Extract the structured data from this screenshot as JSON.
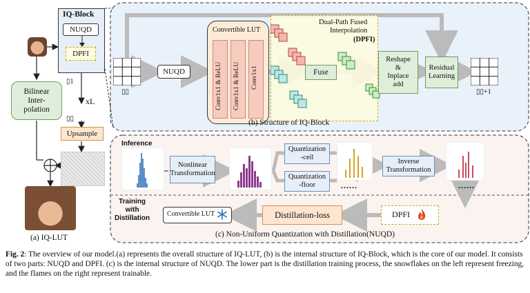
{
  "left": {
    "iq_block_title": "IQ-Block",
    "nuqd": "NUQD",
    "dpfi": "DPFI",
    "bilinear": "Bilinear\nInter-\npolation",
    "repeat": "xL",
    "sym1": "▯1",
    "sym2": "▯▯",
    "upsample": "Upsample",
    "caption": "(a) IQ-LUT"
  },
  "top": {
    "convertible_lut": "Convertible LUT",
    "conv_a": "Conv1x1 & ReLU",
    "conv_b": "Conv1x1 & ReLU",
    "conv_c": "Conv1x1",
    "nuqd": "NUQD",
    "dual_path": "Dual-Path Fused\nInterpolation",
    "dpfi": "(DPFI)",
    "fuse": "Fuse",
    "reshape": "Reshape\n&\nInplace\nadd",
    "residual": "Residual\nLearning",
    "in_sym": "▯▯",
    "out_sym": "▯▯+1",
    "caption": "(b) Structure of IQ-Block"
  },
  "bottom": {
    "inference": "Inference",
    "nonlinear": "Nonlinear\nTransformation",
    "quant_ceil": "Quantization\n-ceil",
    "quant_floor": "Quantization\n-floor",
    "inverse": "Inverse\nTransformation",
    "dots": "......",
    "training": "Training\nwith\nDistillation",
    "convertible_lut": "Convertible LUT",
    "distill": "Distillation-loss",
    "dpfi": "DPFI",
    "caption": "(c) Non-Uniform Quantization with Distillation(NUQD)"
  },
  "figure_caption": {
    "label": "Fig. 2",
    "text": ": The overview of our model.(a) represents the overall structure of IQ-LUT, (b) is the internal structure of IQ-Block, which is the core of our model. It consists of two parts: NUQD and DPFI. (c) is the internal structure of NUQD. The lower part is the distillation training process, the snowflakes on the left represent freezing, and the flames on the right represent trainable."
  },
  "colors": {
    "green": "#dfeeda",
    "blue": "#e6eef8",
    "orange": "#fde6d0",
    "panel_b": "#e9f1fb",
    "panel_c": "#fbf3ef",
    "dpfi_yellow": "#fdfbe0"
  },
  "icons": {
    "snowflake": "snowflake-icon",
    "flame": "flame-icon"
  }
}
